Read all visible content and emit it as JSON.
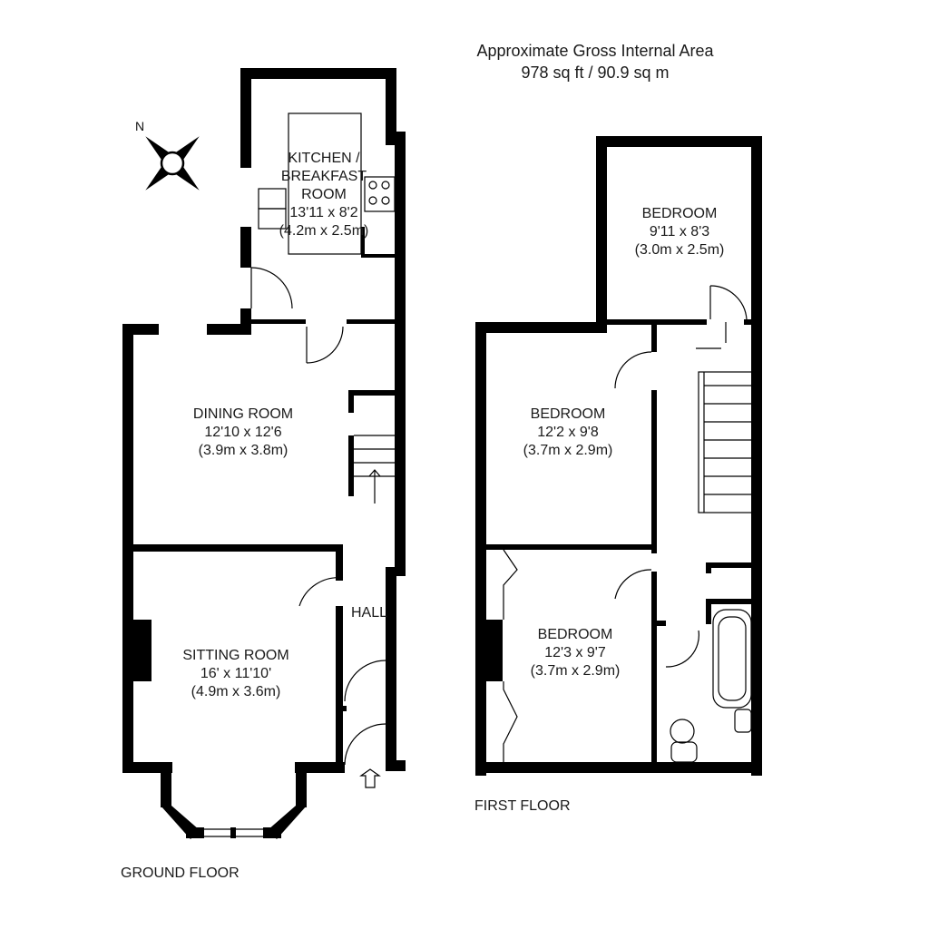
{
  "header": {
    "area_title": "Approximate Gross Internal Area",
    "area_value": "978 sq ft / 90.9 sq m"
  },
  "compass": {
    "label": "N",
    "icon": "compass-rose-icon"
  },
  "floors": {
    "ground": {
      "label": "GROUND FLOOR",
      "rooms": [
        {
          "name_lines": [
            "KITCHEN /",
            "BREAKFAST",
            "ROOM"
          ],
          "imperial": "13'11 x 8'2",
          "metric": "(4.2m x 2.5m)"
        },
        {
          "name_lines": [
            "DINING ROOM"
          ],
          "imperial": "12'10 x 12'6",
          "metric": "(3.9m x 3.8m)"
        },
        {
          "name_lines": [
            "SITTING ROOM"
          ],
          "imperial": "16' x 11'10'",
          "metric": "(4.9m x 3.6m)"
        },
        {
          "name_lines": [
            "HALL"
          ]
        }
      ]
    },
    "first": {
      "label": "FIRST FLOOR",
      "rooms": [
        {
          "name_lines": [
            "BEDROOM"
          ],
          "imperial": "9'11 x 8'3",
          "metric": "(3.0m x 2.5m)"
        },
        {
          "name_lines": [
            "BEDROOM"
          ],
          "imperial": "12'2 x 9'8",
          "metric": "(3.7m x 2.9m)"
        },
        {
          "name_lines": [
            "BEDROOM"
          ],
          "imperial": "12'3 x 9'7",
          "metric": "(3.7m x 2.9m)"
        }
      ]
    }
  },
  "colors": {
    "wall": "#000000",
    "background": "#ffffff",
    "text": "#1a1a1a"
  }
}
